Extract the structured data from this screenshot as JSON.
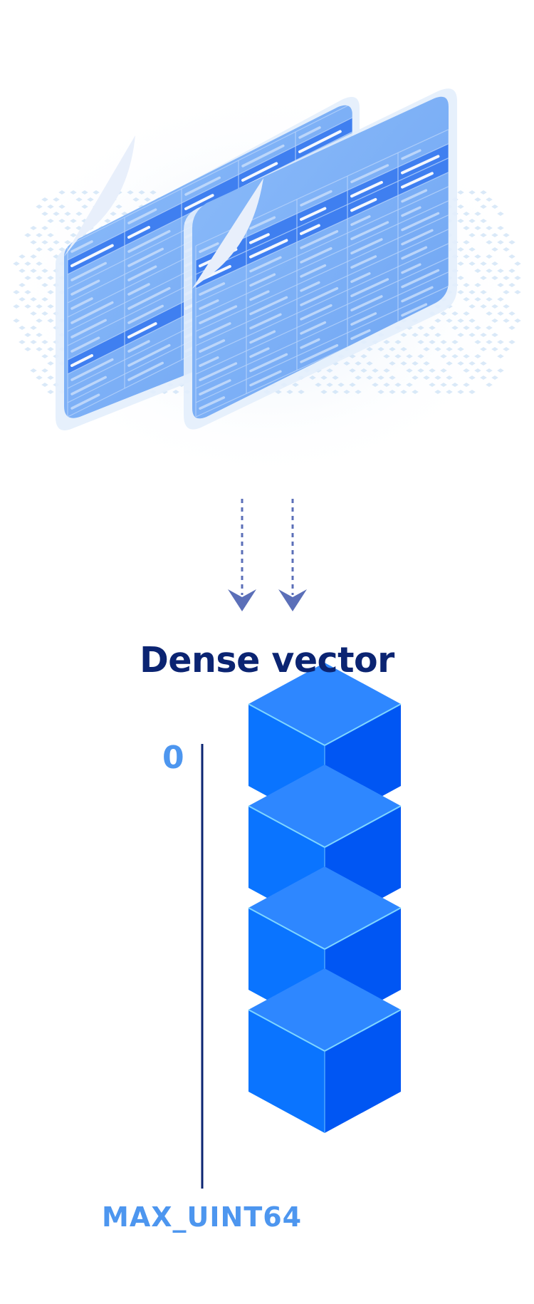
{
  "title": "Dense vector",
  "axis": {
    "start_label": "0",
    "end_label": "MAX_UINT64"
  },
  "illustration": {
    "documents": 2,
    "arrows": 2,
    "cubes": 4
  },
  "colors": {
    "title": "#0b2472",
    "axis_label": "#4d96ef",
    "axis_line": "#0b2472",
    "arrow": "#5b6fb8",
    "cube_top": "#2e87ff",
    "cube_left": "#0a74ff",
    "cube_right": "#0056f3",
    "document_fill": "#7eb2f6"
  }
}
